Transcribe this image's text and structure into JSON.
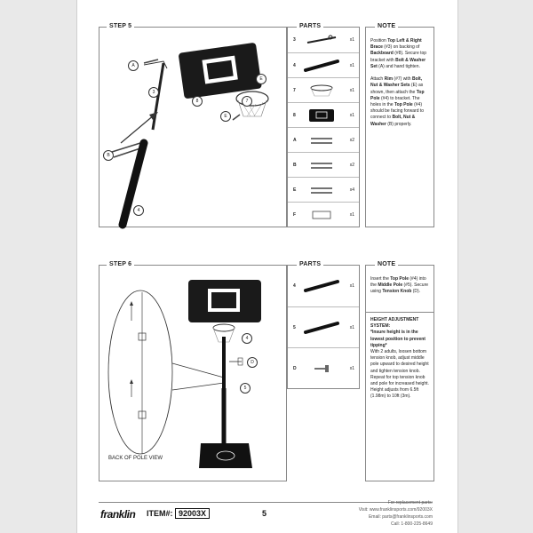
{
  "step5": {
    "title": "STEP 5",
    "parts_title": "PARTS",
    "note_title": "NOTE",
    "callouts": [
      "A",
      "3",
      "8",
      "E",
      "7",
      "E",
      "B",
      "4"
    ],
    "parts": [
      {
        "num": "3",
        "qty": "x1",
        "icon": "top-brace-icon"
      },
      {
        "num": "4",
        "qty": "x1",
        "icon": "pole-icon"
      },
      {
        "num": "7",
        "qty": "x1",
        "icon": "rim-icon"
      },
      {
        "num": "8",
        "qty": "x1",
        "icon": "backboard-icon"
      },
      {
        "num": "A",
        "qty": "x2",
        "icon": "bolt-icon"
      },
      {
        "num": "B",
        "qty": "x2",
        "icon": "bolt-icon"
      },
      {
        "num": "E",
        "qty": "x4",
        "icon": "bolt-icon"
      },
      {
        "num": "F",
        "qty": "x1",
        "icon": "bracket-icon"
      }
    ],
    "note_html": "Position <b>Top Left &amp; Right Brace</b> (#3) on backing of <b>Backboard</b> (#8). Secure top bracket with <b>Bolt &amp; Washer Set</b> (A) and hand tighten.<br><br>Attach <b>Rim</b> (#7) with <b>Bolt, Nut &amp; Washer Sets</b> (E) as shown, then attach the <b>Top Pole</b> (#4) to bracket. The holes in the <b>Top Pole</b> (#4) should be facing forward to connect to <b>Bolt, Nut &amp; Washer</b> (B) properly."
  },
  "step6": {
    "title": "STEP 6",
    "parts_title": "PARTS",
    "note_title": "NOTE",
    "callouts": [
      "4",
      "D",
      "5"
    ],
    "back_label": "BACK OF POLE VIEW",
    "parts": [
      {
        "num": "4",
        "qty": "x1",
        "icon": "pole-icon"
      },
      {
        "num": "5",
        "qty": "x1",
        "icon": "pole-icon"
      },
      {
        "num": "D",
        "qty": "x1",
        "icon": "knob-icon"
      }
    ],
    "note_top_html": "Insert the <b>Top Pole</b> (#4) into the <b>Middle Pole</b> (#5). Secure using <b>Tension Knob</b> (D).",
    "note_bottom_html": "<b>HEIGHT ADJUSTMENT SYSTEM:</b><br><b>*Insure height is in the lowest position to prevent tipping*</b><br>With 2 adults, loosen bottom tension knob, adjust middle pole upward to desired height and tighten tension knob. Repeat for top tension knob and pole for increased height. Height adjusts from 6.5ft (1.98m) to 10ft (3m)."
  },
  "footer": {
    "brand": "franklin",
    "item_label": "ITEM#:",
    "item_number": "92003X",
    "page_number": "5",
    "contact_1": "For replacement parts:",
    "contact_2": "Visit: www.franklinsports.com/92003X",
    "contact_3": "Email: parts@franklinsports.com",
    "contact_4": "Call: 1-800-225-8649"
  }
}
